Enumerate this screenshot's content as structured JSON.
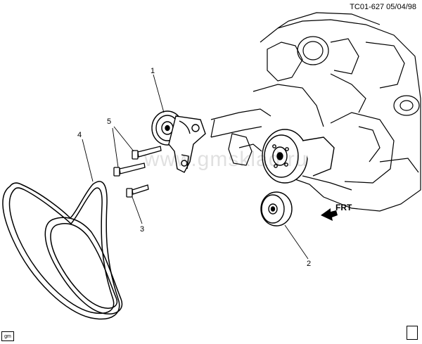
{
  "drawing_code": "TC01-627  05/04/98",
  "callouts": [
    {
      "id": "1",
      "text": "1"
    },
    {
      "id": "2",
      "text": "2"
    },
    {
      "id": "3",
      "text": "3"
    },
    {
      "id": "4",
      "text": "4"
    },
    {
      "id": "5",
      "text": "5"
    }
  ],
  "direction_label": "FRT",
  "watermark": "www.gmsklad.ru",
  "logo_text": "gm",
  "colors": {
    "ink": "#000000",
    "paper": "#ffffff",
    "watermark": "#bdbdbd"
  }
}
